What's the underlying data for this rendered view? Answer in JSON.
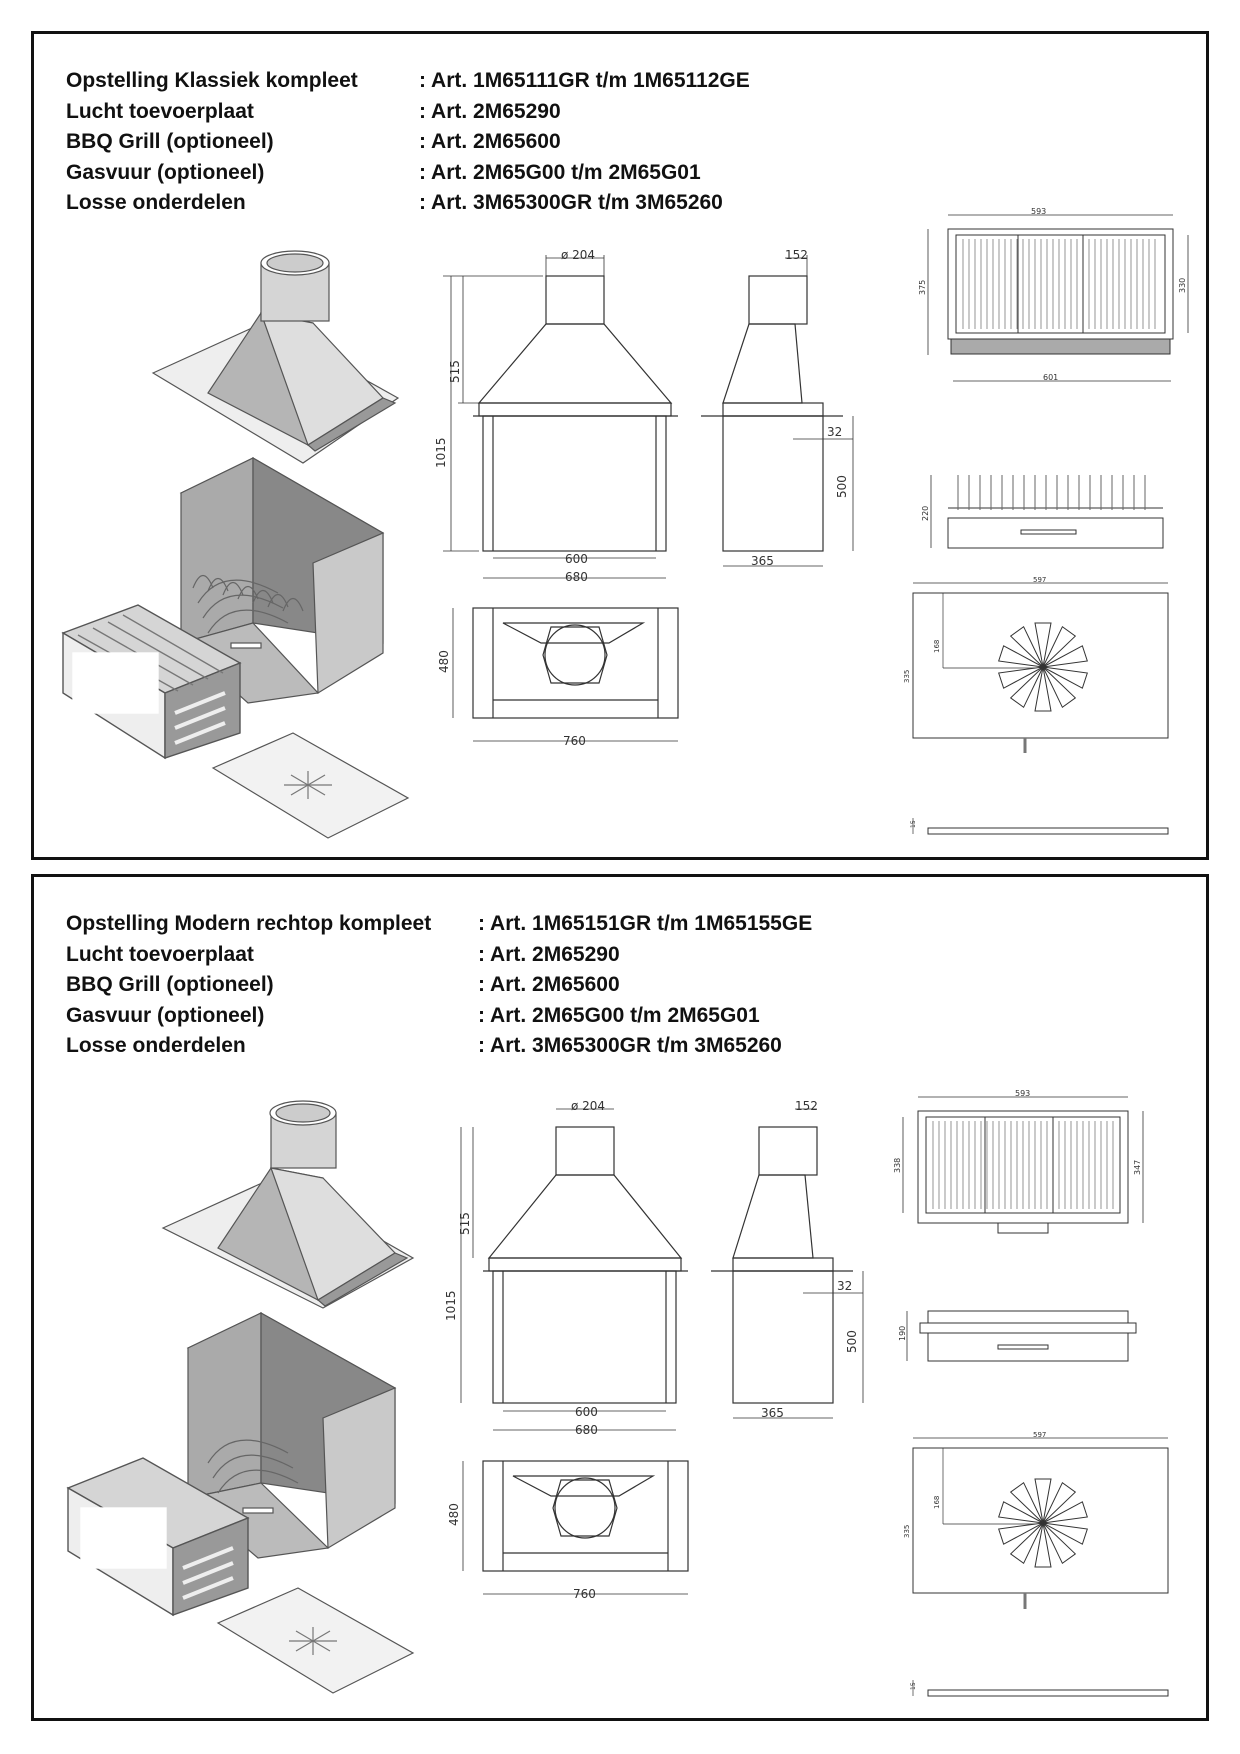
{
  "panels": [
    {
      "specs": [
        {
          "label": "Opstelling  Klassiek kompleet",
          "value": ": Art. 1M65111GR t/m 1M65112GE"
        },
        {
          "label": "Lucht toevoerplaat",
          "value": ": Art. 2M65290"
        },
        {
          "label": "BBQ Grill (optioneel)",
          "value": ": Art. 2M65600"
        },
        {
          "label": "Gasvuur (optioneel)",
          "value": ": Art. 2M65G00 t/m 2M65G01"
        },
        {
          "label": "Losse onderdelen",
          "value": ": Art. 3M65300GR t/m 3M65260"
        }
      ],
      "dims": {
        "chimney_dia": "ø 204",
        "total_height": "1015",
        "hood_height": "515",
        "inner_width": "600",
        "outer_width": "680",
        "side_depth": "152",
        "side_height": "500",
        "side_offset": "32",
        "side_width": "365",
        "plan_depth": "480",
        "plan_width": "760",
        "grill_width_top": "593",
        "grill_width_bottom": "601",
        "grill_depth": "375",
        "grill_depth_inner": "330",
        "grill_height": "220",
        "plate_width": "597",
        "plate_offset": "168",
        "plate_depth": "335",
        "plate_thickness": "15"
      }
    },
    {
      "specs": [
        {
          "label": "Opstelling  Modern rechtop kompleet",
          "value": ": Art. 1M65151GR t/m 1M65155GE"
        },
        {
          "label": "Lucht toevoerplaat",
          "value": ": Art. 2M65290"
        },
        {
          "label": "BBQ Grill (optioneel)",
          "value": ": Art. 2M65600"
        },
        {
          "label": "Gasvuur (optioneel)",
          "value": ": Art. 2M65G00 t/m 2M65G01"
        },
        {
          "label": "Losse onderdelen",
          "value": ": Art. 3M65300GR t/m 3M65260"
        }
      ],
      "dims": {
        "chimney_dia": "ø 204",
        "total_height": "1015",
        "hood_height": "515",
        "inner_width": "600",
        "outer_width": "680",
        "side_depth": "152",
        "side_height": "500",
        "side_offset": "32",
        "side_width": "365",
        "plan_depth": "480",
        "plan_width": "760",
        "grill_width_top": "593",
        "grill_depth": "338",
        "grill_depth_inner": "347",
        "grill_height": "190",
        "plate_width": "597",
        "plate_offset": "168",
        "plate_depth": "335",
        "plate_thickness": "15"
      }
    }
  ]
}
